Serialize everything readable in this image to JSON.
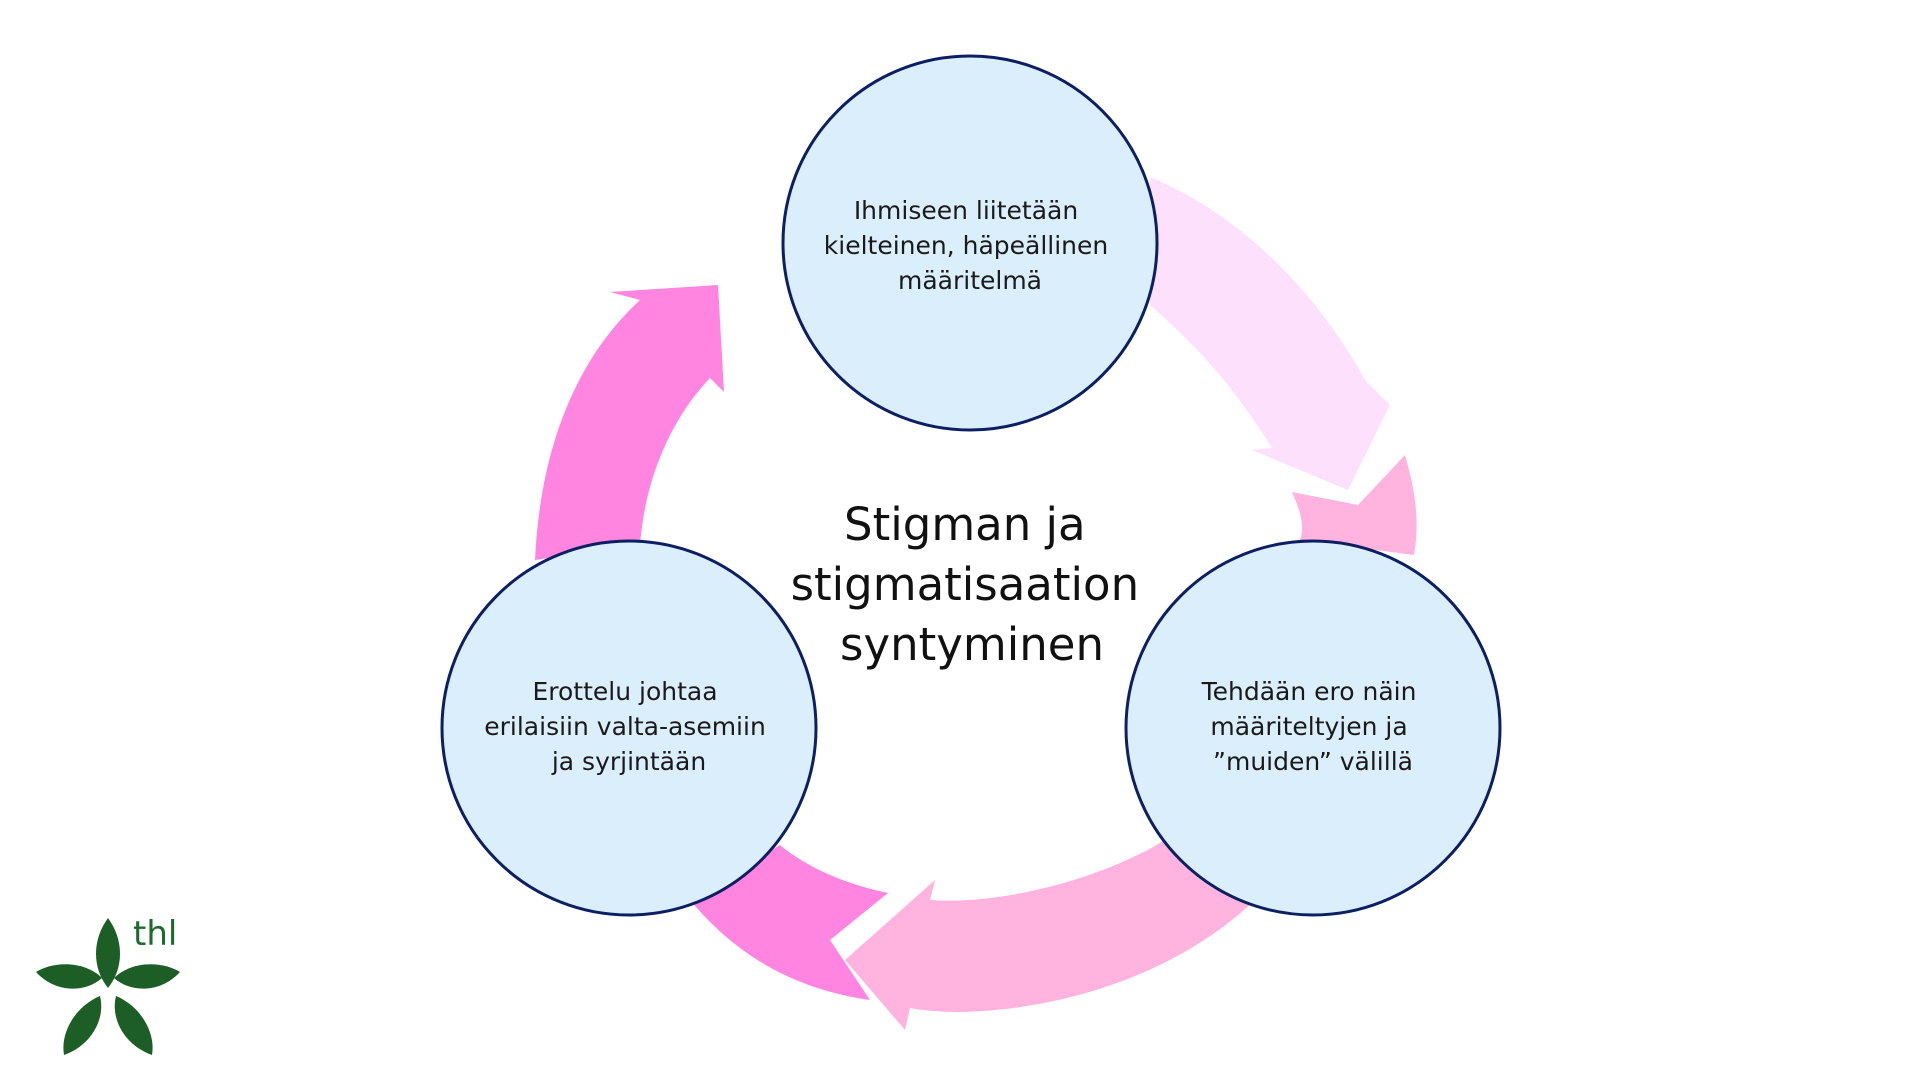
{
  "center_title": [
    "Stigman ja",
    "stigmatisaation",
    "syntyminen"
  ],
  "nodes": {
    "top": [
      "Ihmiseen liitetään",
      "kielteinen, häpeällinen",
      "määritelmä"
    ],
    "right": [
      "Tehdään ero näin",
      "määriteltyjen ja",
      "”muiden” välillä"
    ],
    "left": [
      "Erottelu johtaa",
      "erilaisiin valta-asemiin",
      "ja syrjintään"
    ]
  },
  "logo": {
    "text": "thl",
    "leaf_color": "#1d5e26"
  },
  "colors": {
    "circle_fill": "#dbeefc",
    "circle_stroke": "#0d1f63",
    "arrow_top_right": "#fde0fc",
    "arrow_bottom": "#ffb3de",
    "arrow_left": "#ff85e0"
  }
}
